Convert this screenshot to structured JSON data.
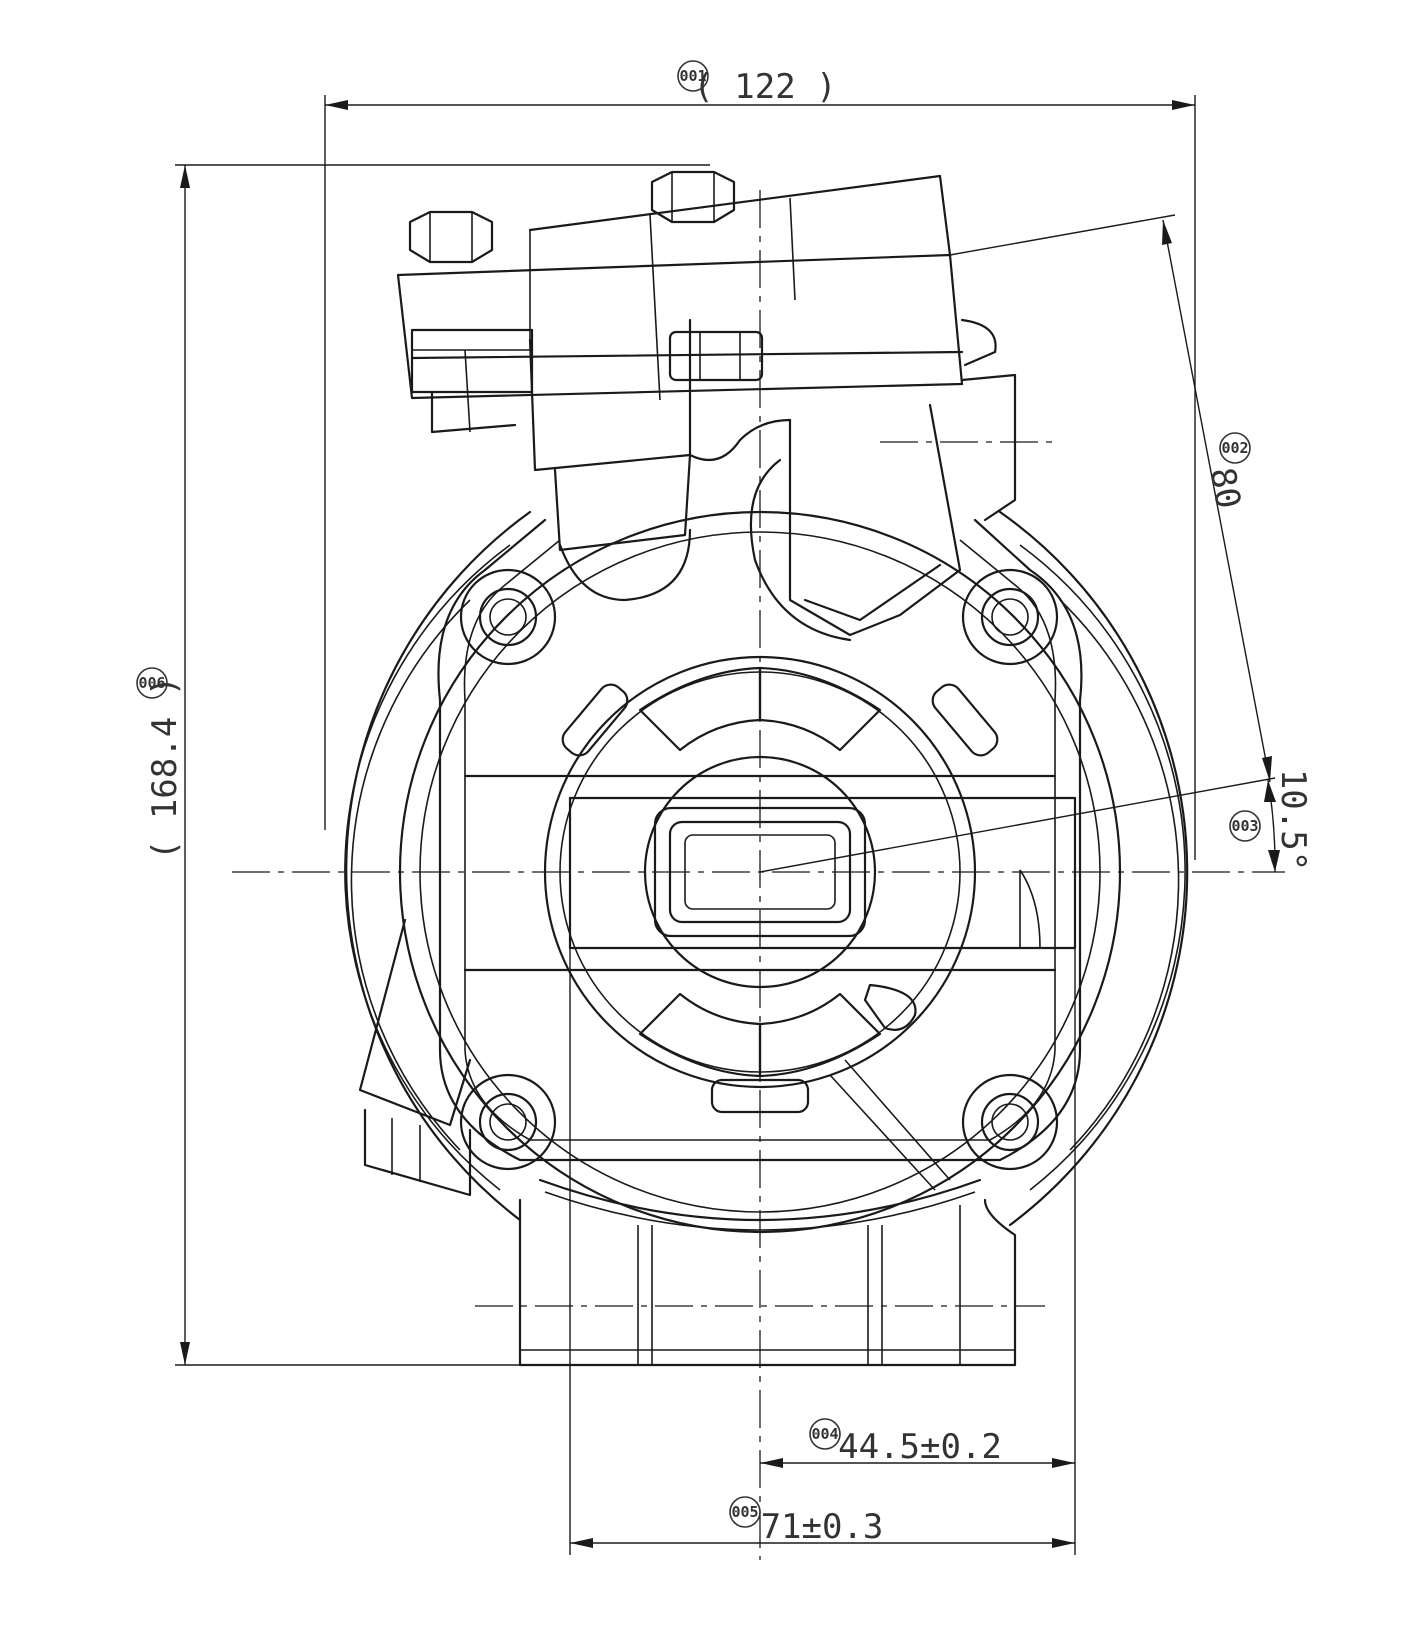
{
  "dimensions": [
    {
      "id": "001",
      "value": "( 122 )"
    },
    {
      "id": "002",
      "value": "80"
    },
    {
      "id": "003",
      "value": "10.5°"
    },
    {
      "id": "004",
      "value": "44.5±0.2"
    },
    {
      "id": "005",
      "value": "71±0.3"
    },
    {
      "id": "006",
      "value": "( 168.4 )"
    }
  ],
  "colors": {
    "line": "#1a1a1a",
    "text": "#333333",
    "background": "#ffffff"
  }
}
